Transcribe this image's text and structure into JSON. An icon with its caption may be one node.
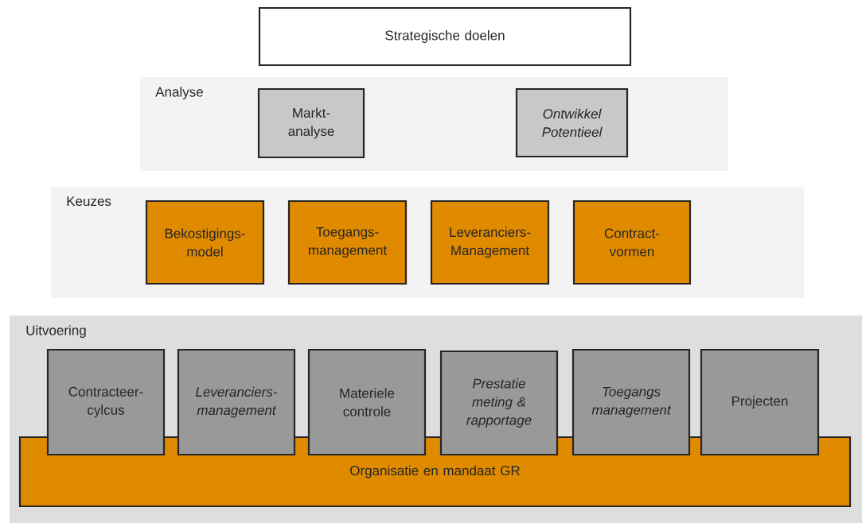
{
  "diagram": {
    "nodes": [
      {
        "text": [
          "Strategische doelen"
        ]
      },
      {
        "text": [
          "Analyse"
        ]
      },
      {
        "text": [
          "Markt- analyse"
        ],
        "in": 1
      },
      {
        "text": [
          "Ontwikkel Potentieel"
        ],
        "in": 1
      },
      {
        "text": [
          "Keuzes"
        ]
      },
      {
        "text": [
          "Bekostigings- model"
        ],
        "in": 4
      },
      {
        "text": [
          "Toegangs- management"
        ],
        "in": 4
      },
      {
        "text": [
          "Leveranciers- Management"
        ],
        "in": 4
      },
      {
        "text": [
          "Contract- vormen"
        ],
        "in": 4
      },
      {
        "text": [
          "Uitvoering"
        ]
      },
      {
        "text": [
          "Contracteer- cylcus"
        ],
        "in": 9
      },
      {
        "text": [
          "Leveranciers- management"
        ],
        "in": 9
      },
      {
        "text": [
          "Materiele controle"
        ],
        "in": 9
      },
      {
        "text": [
          "Prestatie meting & rapportage"
        ],
        "in": 9
      },
      {
        "text": [
          "Toegangs management"
        ],
        "in": 9
      },
      {
        "text": [
          "Projecten"
        ],
        "in": 9
      },
      {
        "text": [
          "Organisatie en mandaat GR"
        ],
        "in": 9
      }
    ]
  }
}
